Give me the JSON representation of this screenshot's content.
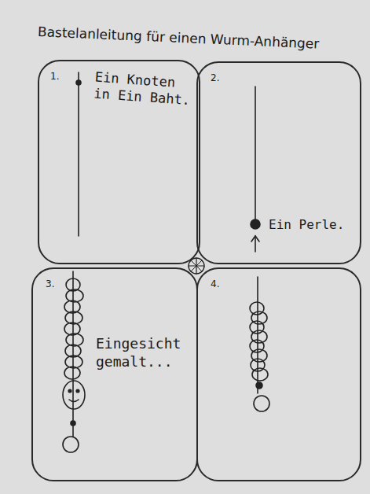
{
  "diagram": {
    "title": "Bastelanleitung für einen Wurm-Anhänger",
    "nodes": [
      {
        "text": [
          "1.",
          "Ein Knoten in Ein Baht."
        ]
      },
      {
        "text": [
          "2.",
          "Ein Perle."
        ]
      },
      {
        "text": [
          "3.",
          "Eingesicht gemalt..."
        ]
      },
      {
        "text": [
          "4."
        ]
      }
    ]
  }
}
